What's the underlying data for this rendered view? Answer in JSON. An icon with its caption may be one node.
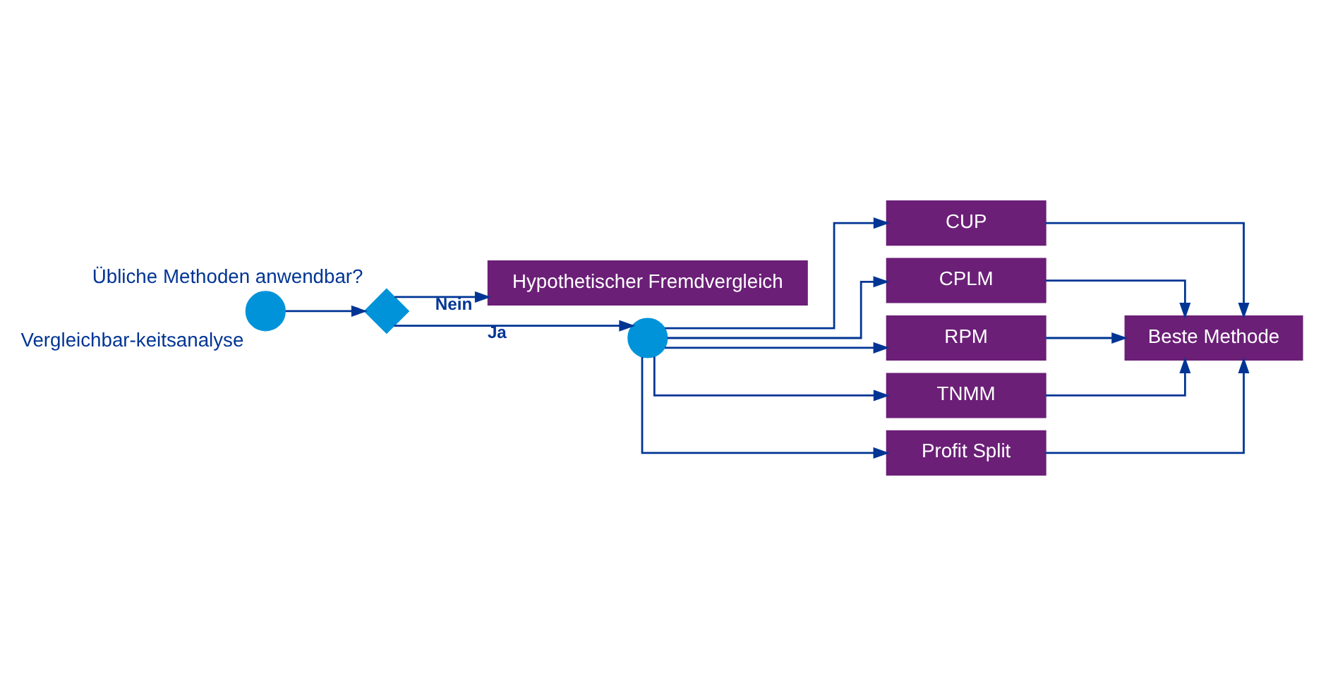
{
  "diagram": {
    "nodes": [
      {
        "text": [],
        "shape": "circle",
        "beside": [
          "Vergleichbar-keitsanalyse"
        ]
      },
      {
        "text": [],
        "shape": "diamond",
        "beside": [
          "Übliche Methoden anwendbar?"
        ]
      },
      {
        "text": [
          "Hypothetischer Fremdvergleich"
        ]
      },
      {
        "text": [],
        "shape": "circle"
      },
      {
        "text": [
          "CUP"
        ]
      },
      {
        "text": [
          "CPLM"
        ]
      },
      {
        "text": [
          "RPM"
        ]
      },
      {
        "text": [
          "TNMM"
        ]
      },
      {
        "text": [
          "Profit Split"
        ]
      },
      {
        "text": [
          "Beste Methode"
        ]
      }
    ],
    "edges": [
      {
        "from": 0,
        "to": 1,
        "arrow": "to"
      },
      {
        "from": 1,
        "to": 2,
        "arrow": "to",
        "label": "Nein"
      },
      {
        "from": 1,
        "to": 3,
        "arrow": "to",
        "label": "Ja"
      },
      {
        "from": 3,
        "to": 4,
        "arrow": "to"
      },
      {
        "from": 3,
        "to": 5,
        "arrow": "to"
      },
      {
        "from": 3,
        "to": 6,
        "arrow": "to"
      },
      {
        "from": 3,
        "to": 7,
        "arrow": "to"
      },
      {
        "from": 3,
        "to": 8,
        "arrow": "to"
      },
      {
        "from": 4,
        "to": 9,
        "arrow": "to"
      },
      {
        "from": 5,
        "to": 9,
        "arrow": "to"
      },
      {
        "from": 6,
        "to": 9,
        "arrow": "to"
      },
      {
        "from": 7,
        "to": 9,
        "arrow": "to"
      },
      {
        "from": 8,
        "to": 9,
        "arrow": "to"
      }
    ]
  }
}
